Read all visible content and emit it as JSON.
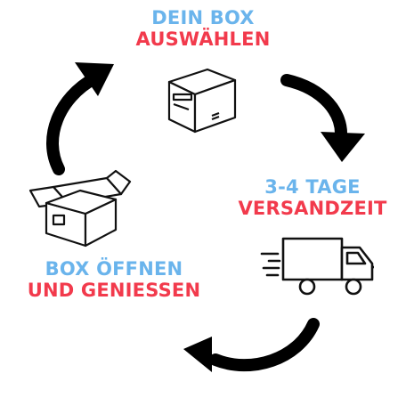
{
  "colors": {
    "blue": "#6AB4EC",
    "red": "#F23A4C",
    "outline": "#111111",
    "arrow": "#000000"
  },
  "steps": [
    {
      "line1": "DEIN BOX",
      "line2": "AUSWÄHLEN",
      "icon": "closed-box-icon"
    },
    {
      "line1": "3-4 TAGE",
      "line2": "VERSANDZEIT",
      "icon": "delivery-truck-icon"
    },
    {
      "line1": "BOX ÖFFNEN",
      "line2": "UND GENIESSEN",
      "icon": "open-box-icon"
    }
  ]
}
